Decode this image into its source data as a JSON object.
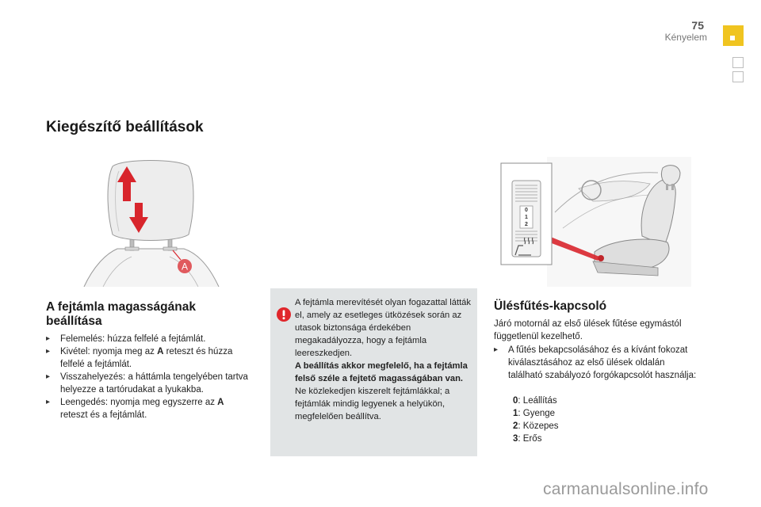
{
  "header": {
    "page_number": "75",
    "chapter": "Kényelem"
  },
  "page_title": "Kiegészítő beállítások",
  "headrest": {
    "title": "A fejtámla magasságának beállítása",
    "callout": "A",
    "bullets": [
      "Felemelés: húzza felfelé a fejtámlát.",
      "Kivétel: nyomja meg az ",
      "A",
      " reteszt és húzza felfelé a fejtámlát.",
      "Visszahelyezés: a háttámla tengelyében tartva helyezze a tartórudakat a lyukakba.",
      "Leengedés: nyomja meg egyszerre az ",
      " reteszt és a fejtámlát."
    ]
  },
  "warning": {
    "p1": "A fejtámla merevítését olyan fogazattal látták el, amely az esetleges ütközések során az utasok biztonsága érdekében megakadályozza, hogy a fejtámla leereszkedjen.",
    "p2": "A beállítás akkor megfelelő, ha a fejtámla felső széle a fejtető magasságában van.",
    "p3": "Ne közlekedjen kiszerelt fejtámlákkal; a fejtámlák mindig legyenek a helyükön, megfelelően beállítva."
  },
  "heating": {
    "title": "Ülésfűtés-kapcsoló",
    "intro": "Járó motornál az első ülések fűtése egymástól függetlenül kezelhető.",
    "bullet": "A fűtés bekapcsolásához és a kívánt fokozat kiválasztásához az első ülések oldalán található szabályozó forgókapcsolót használja:",
    "levels": [
      {
        "num": "0",
        "label": ": Leállítás"
      },
      {
        "num": "1",
        "label": ": Gyenge"
      },
      {
        "num": "2",
        "label": ": Közepes"
      },
      {
        "num": "3",
        "label": ": Erős"
      }
    ],
    "dial_labels": [
      "0",
      "1",
      "2"
    ]
  },
  "watermark": "carmanualsonline.info",
  "colors": {
    "tab_yellow": "#f0c420",
    "arrow_red": "#d8252c",
    "warning_red": "#e0262b",
    "warning_bg": "#e1e4e5"
  }
}
